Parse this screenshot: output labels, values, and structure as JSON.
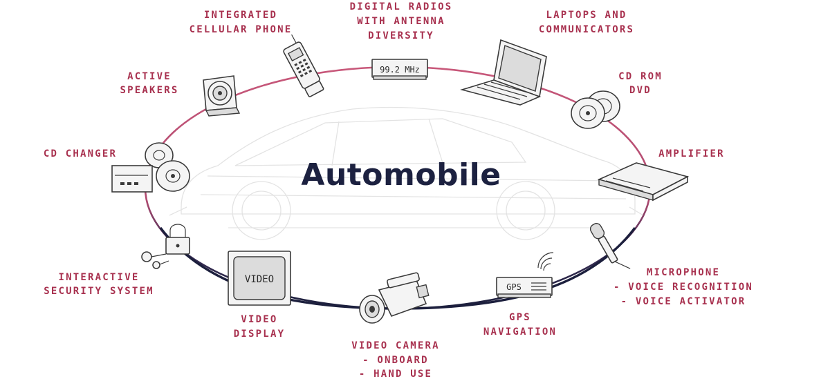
{
  "diagram": {
    "title": "Automobile",
    "colors": {
      "label": "#a8314f",
      "title": "#1c2140",
      "ring_top": "#c8587a",
      "ring_bottom": "#1c1f3d"
    },
    "nodes": [
      {
        "id": "cellular",
        "icon": "cellular-phone-icon",
        "lines": [
          "INTEGRATED",
          "CELLULAR PHONE"
        ]
      },
      {
        "id": "radio",
        "icon": "radio-icon",
        "lines": [
          "DIGITAL RADIOS",
          "WITH ANTENNA",
          "DIVERSITY"
        ],
        "display": "99.2 MHz"
      },
      {
        "id": "laptop",
        "icon": "laptop-icon",
        "lines": [
          "LAPTOPS AND",
          "COMMUNICATORS"
        ]
      },
      {
        "id": "speakers",
        "icon": "speaker-icon",
        "lines": [
          "ACTIVE",
          "SPEAKERS"
        ]
      },
      {
        "id": "cdrom",
        "icon": "cd-dvd-icon",
        "lines": [
          "CD ROM",
          "DVD"
        ]
      },
      {
        "id": "cdchanger",
        "icon": "cd-changer-icon",
        "lines": [
          "CD CHANGER"
        ]
      },
      {
        "id": "amplifier",
        "icon": "amplifier-icon",
        "lines": [
          "AMPLIFIER"
        ]
      },
      {
        "id": "security",
        "icon": "padlock-icon",
        "lines": [
          "INTERACTIVE",
          "SECURITY SYSTEM"
        ]
      },
      {
        "id": "microphone",
        "icon": "microphone-icon",
        "lines": [
          "MICROPHONE",
          "- VOICE RECOGNITION",
          "- VOICE ACTIVATOR"
        ]
      },
      {
        "id": "video",
        "icon": "video-display-icon",
        "lines": [
          "VIDEO",
          "DISPLAY"
        ],
        "screen": "VIDEO"
      },
      {
        "id": "gps",
        "icon": "gps-icon",
        "lines": [
          "GPS",
          "NAVIGATION"
        ],
        "screen": "GPS"
      },
      {
        "id": "camera",
        "icon": "video-camera-icon",
        "lines": [
          "VIDEO CAMERA",
          "- ONBOARD",
          "- HAND USE"
        ]
      }
    ]
  }
}
